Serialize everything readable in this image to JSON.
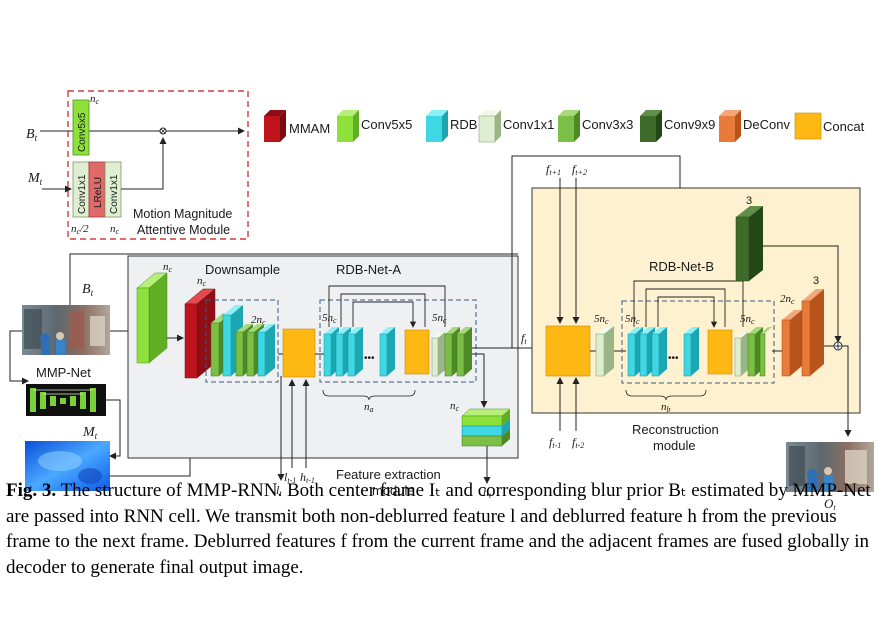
{
  "legend": {
    "mmam": "MMAM",
    "conv5x5": "Conv5x5",
    "rdb": "RDB",
    "conv1x1": "Conv1x1",
    "conv3x3": "Conv3x3",
    "conv9x9": "Conv9x9",
    "deconv": "DeConv",
    "concat": "Concat"
  },
  "colors": {
    "mmam": "#c0141c",
    "conv5x5": "#8ee03a",
    "rdb": "#3ed8e4",
    "conv1x1": "#dfeed0",
    "conv3x3": "#7bbf47",
    "conv9x9": "#3e6b2a",
    "deconv": "#e87a3a",
    "concat": "#fdb813",
    "lrelu": "#e06a6a",
    "feature_module_bg": "#eef0f2",
    "reconstruction_module_bg": "#fdf1cf",
    "mmam_border": "#d43b3b",
    "prior_map": "#2a86f0"
  },
  "mmam_module": {
    "title_line1": "Motion Magnitude",
    "title_line2": "Attentive Module",
    "input_b": "B",
    "input_b_sub": "t",
    "input_m": "M",
    "input_m_sub": "t",
    "conv5x5": "Conv5x5",
    "conv1x1_a": "Conv1x1",
    "lrelu": "LReLU",
    "conv1x1_b": "Conv1x1",
    "nc_top": "n",
    "nc_top_sub": "c",
    "nc_half": "n",
    "nc_half_sub": "c",
    "nc_half_suffix": "/2",
    "nc_bottom": "n",
    "nc_bottom_sub": "c"
  },
  "left": {
    "b_label": "B",
    "b_sub": "t",
    "mmp_net": "MMP-Net",
    "m_label": "M",
    "m_sub": "t"
  },
  "feature_module": {
    "title_line1": "Feature extraction",
    "title_line2": "module",
    "downsample": "Downsample",
    "rdb_net_a": "RDB-Net-A",
    "nc_1": "n",
    "nc_1_sub": "c",
    "nc_2": "n",
    "nc_2_sub": "c",
    "two_nc": "2n",
    "two_nc_sub": "c",
    "five_nc_1": "5n",
    "five_nc_1_sub": "c",
    "five_nc_2": "5n",
    "five_nc_2_sub": "c",
    "n_a": "n",
    "n_a_sub": "a",
    "n_c_hidden": "n",
    "n_c_hidden_sub": "c",
    "l_t": "l",
    "l_t_sub": "t",
    "l_prev": "l",
    "l_prev_sub": "t-1",
    "h_prev": "h",
    "h_prev_sub": "t-1",
    "h_t": "h",
    "h_t_sub": "t",
    "ellipsis": "•••"
  },
  "reconstruction_module": {
    "title_line1": "Reconstruction",
    "title_line2": "module",
    "rdb_net_b": "RDB-Net-B",
    "f_t": "f",
    "f_t_sub": "t",
    "f_next1": "f",
    "f_next1_sub": "t+1",
    "f_next2": "f",
    "f_next2_sub": "t+2",
    "f_prev1": "f",
    "f_prev1_sub": "t-1",
    "f_prev2": "f",
    "f_prev2_sub": "t-2",
    "five_nc_1": "5n",
    "five_nc_1_sub": "c",
    "five_nc_2": "5n",
    "five_nc_2_sub": "c",
    "five_nc_3": "5n",
    "five_nc_3_sub": "c",
    "two_nc": "2n",
    "two_nc_sub": "c",
    "three_a": "3",
    "three_b": "3",
    "n_b": "n",
    "n_b_sub": "b",
    "ellipsis": "•••"
  },
  "output": {
    "o_label": "O",
    "o_sub": "t"
  },
  "caption": {
    "label": "Fig. 3.",
    "text": "The structure of MMP-RNN. Both center frame Iₜ and corresponding blur prior Bₜ estimated by MMP-Net are passed into RNN cell. We transmit both non-deblurred feature l and deblurred feature h from the previous frame to the next frame. Deblurred features f from the current frame and the adjacent frames are fused globally in decoder to generate final output image."
  }
}
